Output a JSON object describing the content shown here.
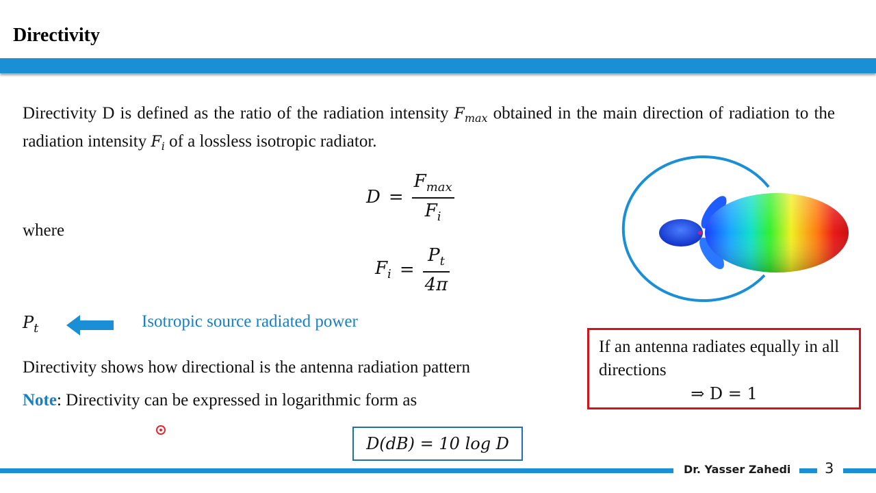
{
  "header": {
    "title": "Directivity",
    "accent_color": "#1a8fd6"
  },
  "intro": {
    "part1": "Directivity D is defined as the ratio of the radiation intensity ",
    "f_max_base": "F",
    "f_max_sub": "max",
    "part2": " obtained in the main direction of radiation to the radiation intensity ",
    "f_i_base": "F",
    "f_i_sub": "i",
    "part3": " of a lossless isotropic radiator."
  },
  "equation1": {
    "lhs": "D",
    "op": "=",
    "num_base": "F",
    "num_sub": "max",
    "den_base": "F",
    "den_sub": "i"
  },
  "where_label": "where",
  "equation2": {
    "lhs_base": "F",
    "lhs_sub": "i",
    "op": "=",
    "num_base": "P",
    "num_sub": "t",
    "den": "4π"
  },
  "pt_definition": {
    "symbol_base": "P",
    "symbol_sub": "t",
    "arrow_icon": "left-arrow-icon",
    "label": "Isotropic source radiated power",
    "label_color": "#1a7fc4"
  },
  "shows_text": "Directivity shows how directional is the antenna radiation pattern",
  "note": {
    "label": "Note",
    "text": ": Directivity can be expressed in logarithmic form as"
  },
  "db_formula": "D(dB) = 10 log D",
  "callout": {
    "line1": "If an antenna radiates equally in all directions",
    "line2": "⇒ D = 1",
    "border_color": "#d3131a"
  },
  "figure": {
    "icon": "radiation-pattern-icon"
  },
  "footer": {
    "author": "Dr. Yasser Zahedi",
    "page_number": "3"
  }
}
